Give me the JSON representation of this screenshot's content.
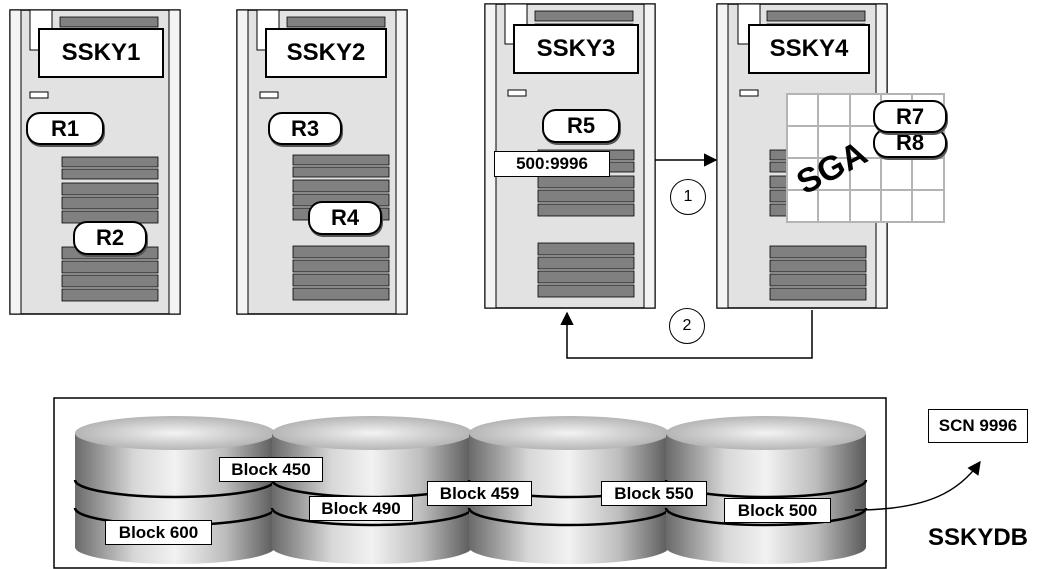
{
  "servers": [
    {
      "name": "SSKY1",
      "regions": [
        "R1",
        "R2"
      ]
    },
    {
      "name": "SSKY2",
      "regions": [
        "R3",
        "R4"
      ]
    },
    {
      "name": "SSKY3",
      "regions": [
        "R5"
      ],
      "lock_label": "500:9996"
    },
    {
      "name": "SSKY4",
      "regions": [
        "R7",
        "R8"
      ],
      "cache_label": "SGA"
    }
  ],
  "steps": [
    "1",
    "2"
  ],
  "database": {
    "name": "SSKYDB",
    "blocks": [
      "Block 450",
      "Block 600",
      "Block 490",
      "Block 459",
      "Block 550",
      "Block 500"
    ],
    "scn_label": "SCN 9996"
  },
  "colors": {
    "stroke": "#000000",
    "server_fill": "#e2e2e2",
    "drive_fill": "#808080",
    "grid_line": "#b4b4b4"
  }
}
